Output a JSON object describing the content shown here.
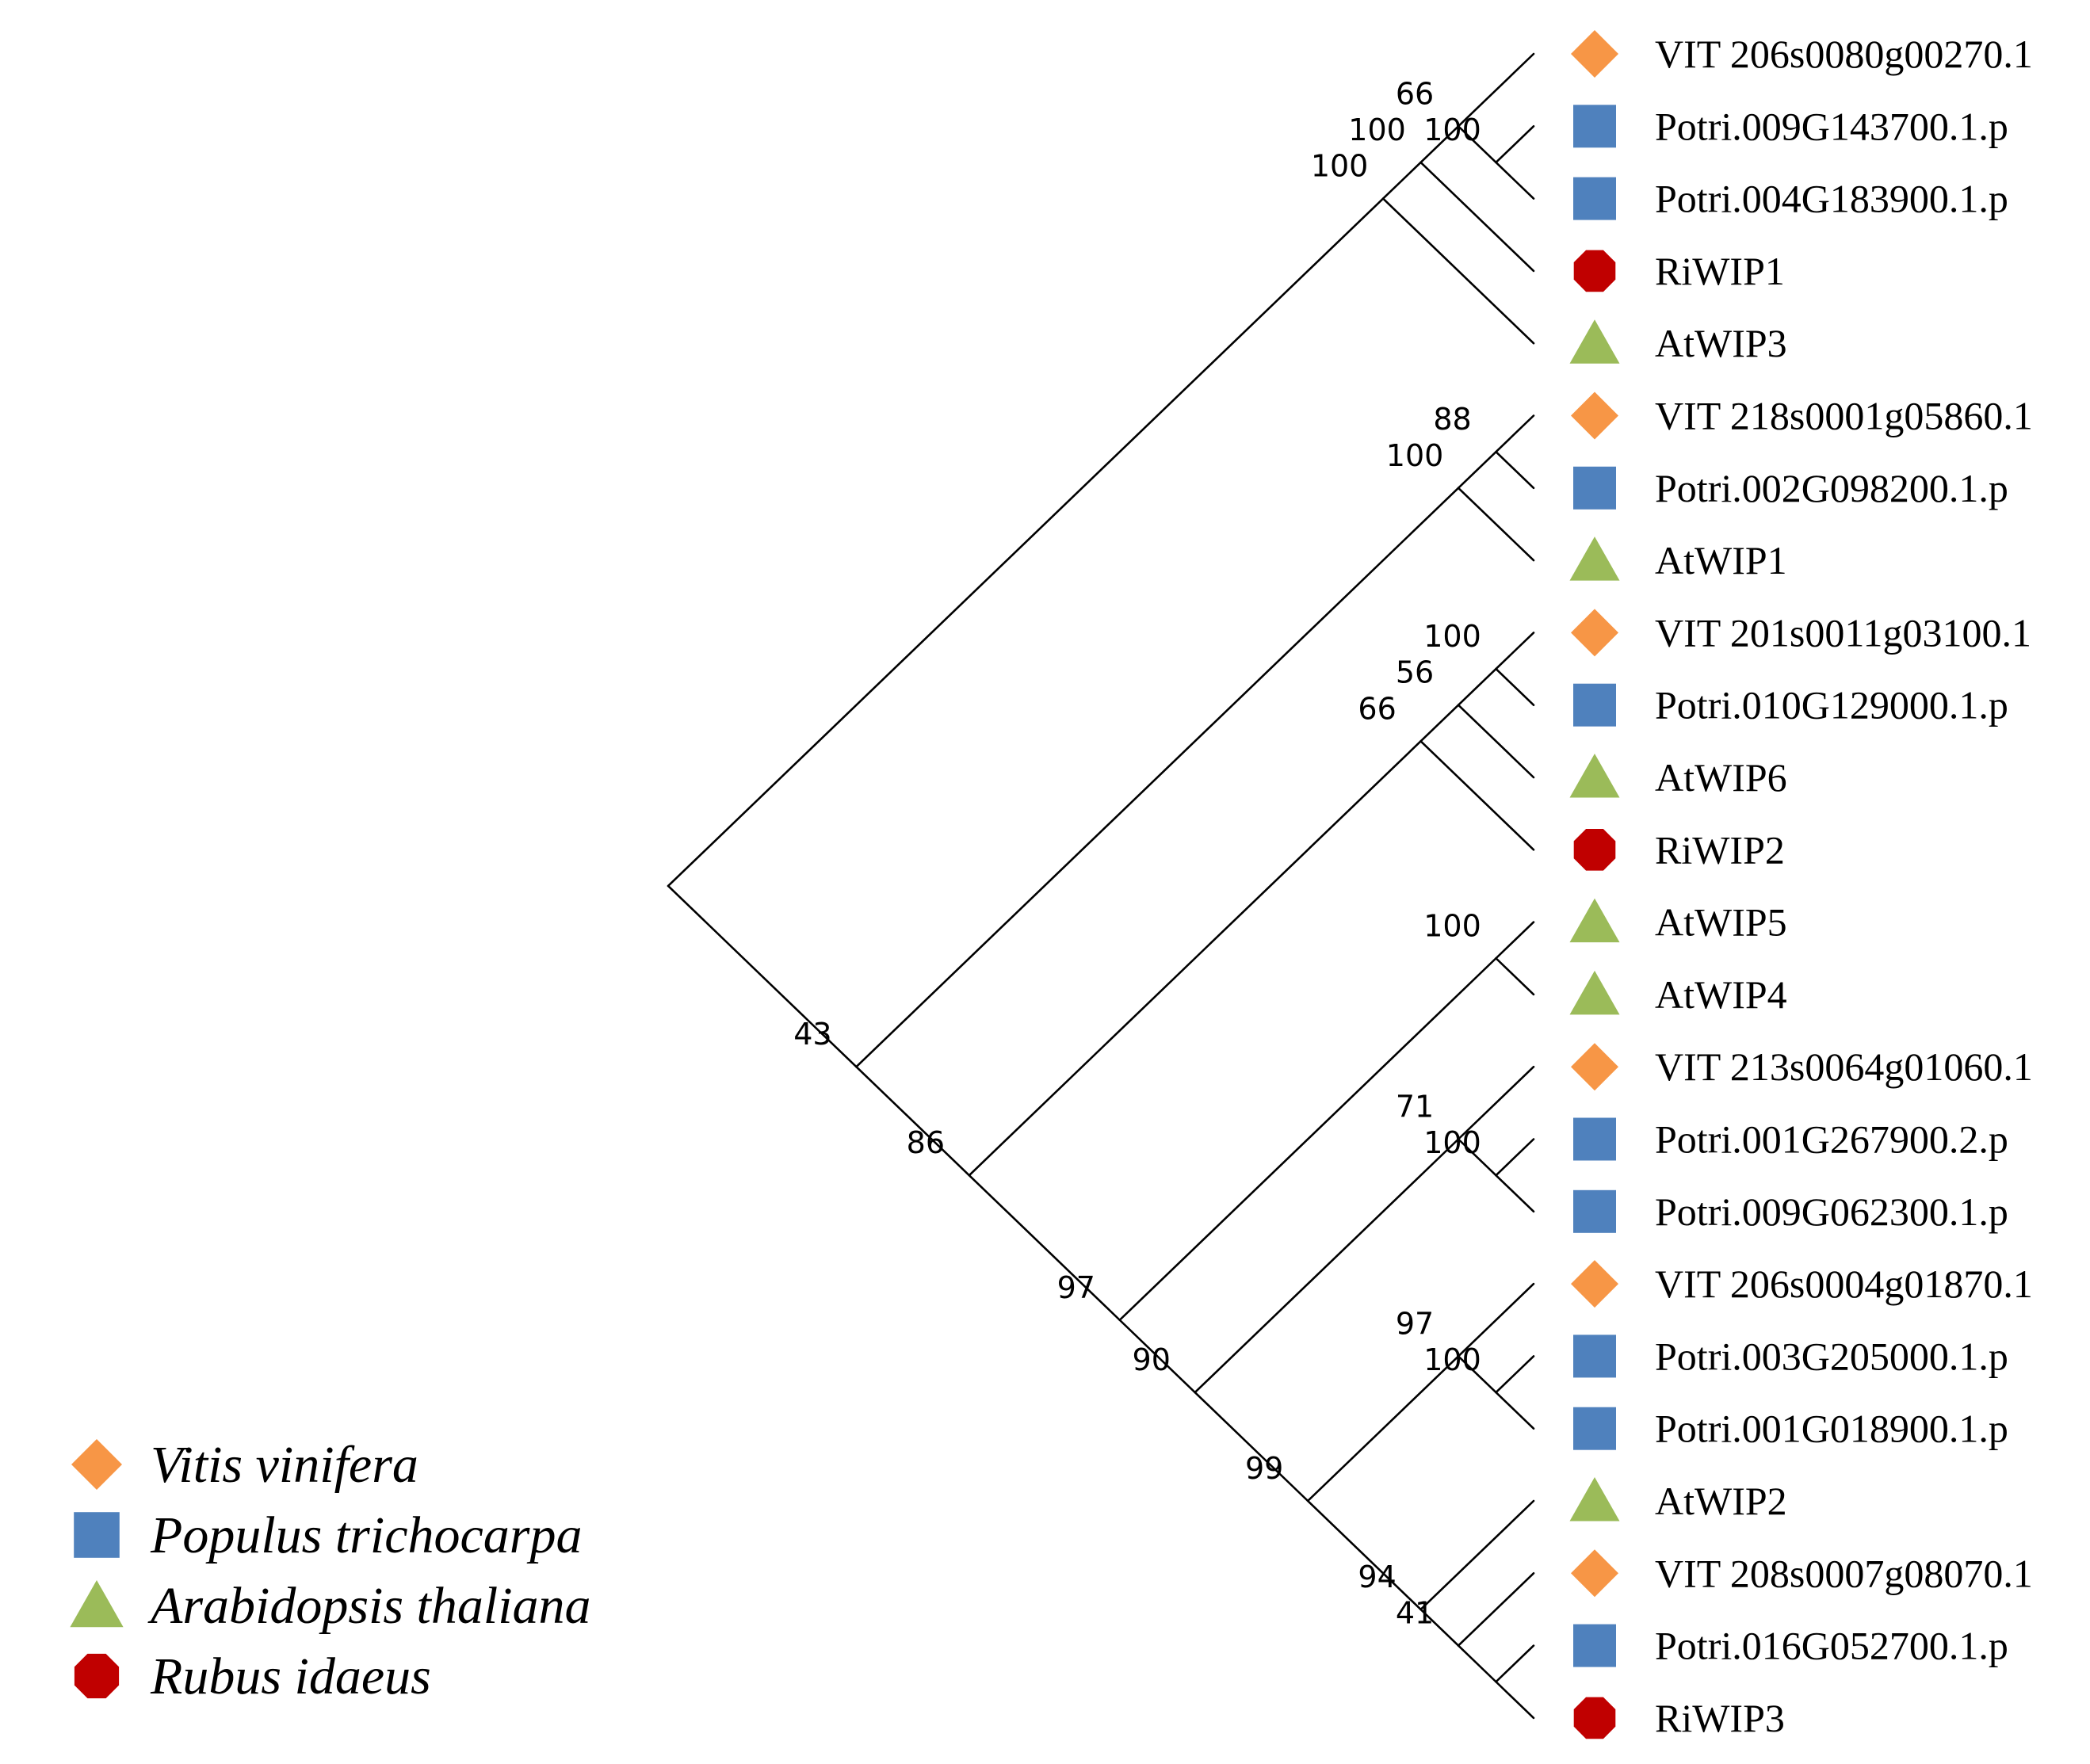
{
  "colors": {
    "Vitis vinifera": "#F79646",
    "Populus trichocarpa": "#4F81BD",
    "Arabidopsis thaliana": "#9BBB59",
    "Rubus idaeus": "#C00000"
  },
  "shapes": {
    "Vitis vinifera": "diamond",
    "Populus trichocarpa": "square",
    "Arabidopsis thaliana": "triangle",
    "Rubus idaeus": "octagon"
  },
  "legend": [
    {
      "species": "Vitis vinifera",
      "label": "Vitis vinifera"
    },
    {
      "species": "Populus trichocarpa",
      "label": "Populus trichocarpa"
    },
    {
      "species": "Arabidopsis thaliana",
      "label": "Arabidopsis thaliana"
    },
    {
      "species": "Rubus idaeus",
      "label": "Rubus idaeus"
    }
  ],
  "taxa": [
    {
      "label": "VIT 206s0080g00270.1",
      "species": "Vitis vinifera"
    },
    {
      "label": "Potri.009G143700.1.p",
      "species": "Populus trichocarpa"
    },
    {
      "label": "Potri.004G183900.1.p",
      "species": "Populus trichocarpa"
    },
    {
      "label": "RiWIP1",
      "species": "Rubus idaeus"
    },
    {
      "label": "AtWIP3",
      "species": "Arabidopsis thaliana"
    },
    {
      "label": "VIT 218s0001g05860.1",
      "species": "Vitis vinifera"
    },
    {
      "label": "Potri.002G098200.1.p",
      "species": "Populus trichocarpa"
    },
    {
      "label": "AtWIP1",
      "species": "Arabidopsis thaliana"
    },
    {
      "label": "VIT 201s0011g03100.1",
      "species": "Vitis vinifera"
    },
    {
      "label": "Potri.010G129000.1.p",
      "species": "Populus trichocarpa"
    },
    {
      "label": "AtWIP6",
      "species": "Arabidopsis thaliana"
    },
    {
      "label": "RiWIP2",
      "species": "Rubus idaeus"
    },
    {
      "label": "AtWIP5",
      "species": "Arabidopsis thaliana"
    },
    {
      "label": "AtWIP4",
      "species": "Arabidopsis thaliana"
    },
    {
      "label": "VIT 213s0064g01060.1",
      "species": "Vitis vinifera"
    },
    {
      "label": "Potri.001G267900.2.p",
      "species": "Populus trichocarpa"
    },
    {
      "label": "Potri.009G062300.1.p",
      "species": "Populus trichocarpa"
    },
    {
      "label": "VIT 206s0004g01870.1",
      "species": "Vitis vinifera"
    },
    {
      "label": "Potri.003G205000.1.p",
      "species": "Populus trichocarpa"
    },
    {
      "label": "Potri.001G018900.1.p",
      "species": "Populus trichocarpa"
    },
    {
      "label": "AtWIP2",
      "species": "Arabidopsis thaliana"
    },
    {
      "label": "VIT 208s0007g08070.1",
      "species": "Vitis vinifera"
    },
    {
      "label": "Potri.016G052700.1.p",
      "species": "Populus trichocarpa"
    },
    {
      "label": "RiWIP3",
      "species": "Rubus idaeus"
    }
  ],
  "tree": {
    "children": [
      {
        "bootstrap": "100",
        "children": [
          {
            "bootstrap": "100",
            "children": [
              {
                "bootstrap": "66",
                "children": [
                  {
                    "leaf": 0
                  },
                  {
                    "bootstrap": "100",
                    "children": [
                      {
                        "leaf": 1
                      },
                      {
                        "leaf": 2
                      }
                    ]
                  }
                ]
              },
              {
                "leaf": 3
              }
            ]
          },
          {
            "leaf": 4
          }
        ]
      },
      {
        "bootstrap": "43",
        "children": [
          {
            "bootstrap": "100",
            "children": [
              {
                "bootstrap": "88",
                "children": [
                  {
                    "leaf": 5
                  },
                  {
                    "leaf": 6
                  }
                ]
              },
              {
                "leaf": 7
              }
            ]
          },
          {
            "bootstrap": "86",
            "children": [
              {
                "bootstrap": "66",
                "children": [
                  {
                    "bootstrap": "56",
                    "children": [
                      {
                        "bootstrap": "100",
                        "children": [
                          {
                            "leaf": 8
                          },
                          {
                            "leaf": 9
                          }
                        ]
                      },
                      {
                        "leaf": 10
                      }
                    ]
                  },
                  {
                    "leaf": 11
                  }
                ]
              },
              {
                "bootstrap": "97",
                "children": [
                  {
                    "bootstrap": "100",
                    "children": [
                      {
                        "leaf": 12
                      },
                      {
                        "leaf": 13
                      }
                    ]
                  },
                  {
                    "bootstrap": "90",
                    "children": [
                      {
                        "bootstrap": "71",
                        "children": [
                          {
                            "leaf": 14
                          },
                          {
                            "bootstrap": "100",
                            "children": [
                              {
                                "leaf": 15
                              },
                              {
                                "leaf": 16
                              }
                            ]
                          }
                        ]
                      },
                      {
                        "bootstrap": "99",
                        "children": [
                          {
                            "bootstrap": "97",
                            "children": [
                              {
                                "leaf": 17
                              },
                              {
                                "bootstrap": "100",
                                "children": [
                                  {
                                    "leaf": 18
                                  },
                                  {
                                    "leaf": 19
                                  }
                                ]
                              }
                            ]
                          },
                          {
                            "bootstrap": "94",
                            "children": [
                              {
                                "leaf": 20
                              },
                              {
                                "bootstrap": "41",
                                "children": [
                                  {
                                    "leaf": 21
                                  },
                                  {
                                    "bootstrap": "",
                                    "children": [
                                      {
                                        "leaf": 22
                                      },
                                      {
                                        "leaf": 23
                                      }
                                    ]
                                  }
                                ]
                              }
                            ]
                          }
                        ]
                      }
                    ]
                  }
                ]
              }
            ]
          }
        ]
      }
    ]
  }
}
